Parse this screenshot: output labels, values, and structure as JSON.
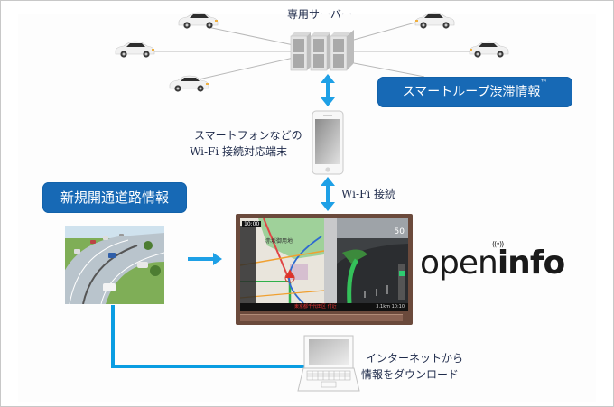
{
  "diagram": {
    "server_label": "専用サーバー",
    "smartloop_badge": "スマートループ渋滞情報",
    "smartloop_tm": "™",
    "phone_label_line1": "スマートフォンなどの",
    "phone_label_line2": "Wi-Fi 接続対応端末",
    "wifi_label": "Wi-Fi 接続",
    "new_road_badge": "新規開通道路情報",
    "laptop_label_line1": "インターネットから",
    "laptop_label_line2": "情報をダウンロード",
    "logo_light": "open",
    "logo_bold": "info",
    "logo_signal": "((•))",
    "nav_screen": {
      "clock": "10:00",
      "place_name": "赤坂御用地",
      "speed": "50",
      "status_address": "東京都千代田区 付近",
      "status_distance": "3.1km 10:10"
    }
  },
  "colors": {
    "badge_blue": "#1769b5",
    "arrow_blue": "#1ea0e6",
    "line_blue": "#0a9de2",
    "text_dark": "#1e2a4a"
  },
  "icons": [
    "car-icon",
    "server-icon",
    "smartphone-icon",
    "laptop-icon",
    "double-arrow-icon",
    "right-arrow-icon",
    "wifi-signal-icon"
  ]
}
